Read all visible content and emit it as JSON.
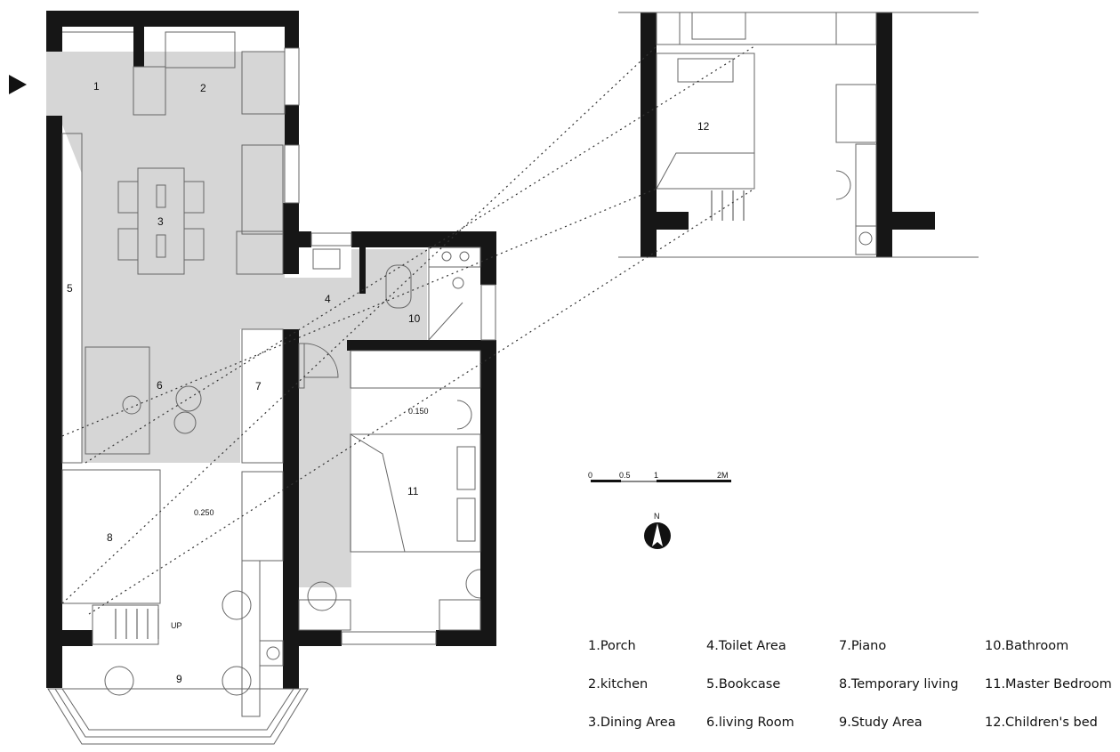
{
  "rooms": [
    {
      "id": "1",
      "label": "1"
    },
    {
      "id": "2",
      "label": "2"
    },
    {
      "id": "3",
      "label": "3"
    },
    {
      "id": "4",
      "label": "4"
    },
    {
      "id": "5",
      "label": "5"
    },
    {
      "id": "6",
      "label": "6"
    },
    {
      "id": "7",
      "label": "7"
    },
    {
      "id": "8",
      "label": "8"
    },
    {
      "id": "9",
      "label": "9"
    },
    {
      "id": "10",
      "label": "10"
    },
    {
      "id": "11",
      "label": "11"
    },
    {
      "id": "12",
      "label": "12"
    }
  ],
  "levels": {
    "study": "0.250",
    "bedroom": "0.150"
  },
  "stair_label": "UP",
  "scale_bar": {
    "ticks": [
      "0",
      "0.5",
      "1",
      "2M"
    ]
  },
  "north_label": "N",
  "legend": [
    [
      "1.Porch",
      "4.Toilet  Area",
      "7.Piano",
      "10.Bathroom"
    ],
    [
      "2.kitchen",
      "5.Bookcase",
      "8.Temporary living",
      "11.Master Bedroom"
    ],
    [
      "3.Dining  Area",
      "6.living Room",
      "9.Study Area",
      "12.Children's bed"
    ]
  ]
}
